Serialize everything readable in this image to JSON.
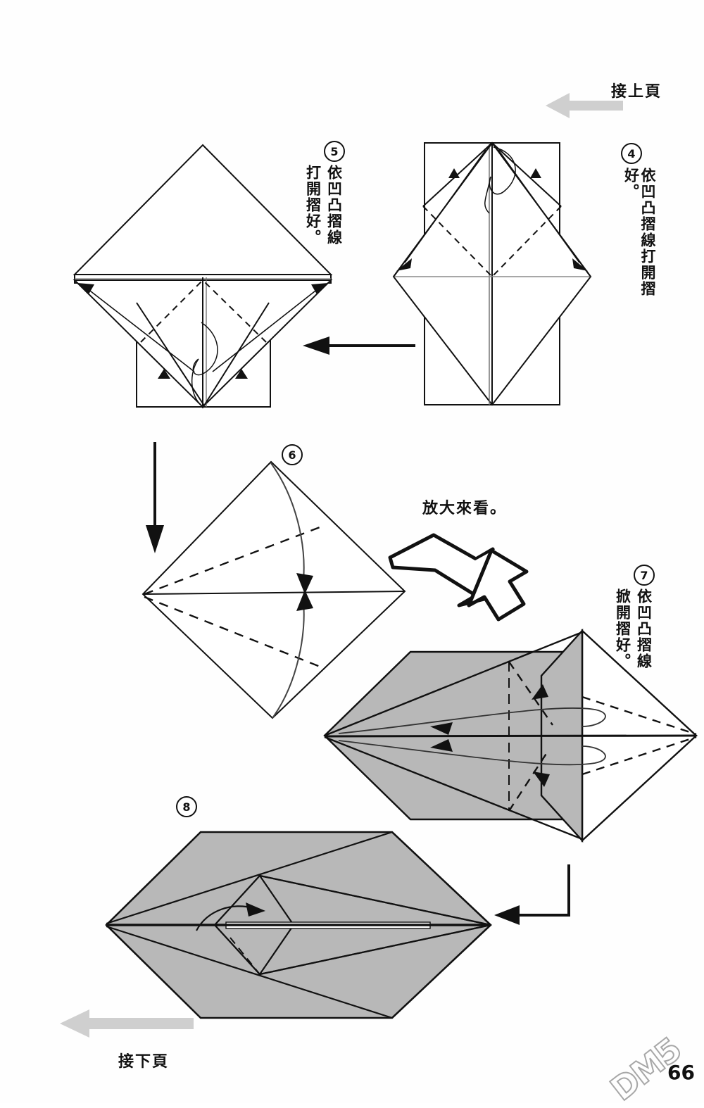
{
  "page": {
    "number": "66",
    "watermark": "DM5",
    "background": "#ffffff",
    "ink": "#111111",
    "shade": "#b8b8b8"
  },
  "nav": {
    "top_right": {
      "label": "接上頁",
      "arrow": "gray-left-arrow"
    },
    "bottom_left": {
      "label": "接下頁",
      "arrow": "gray-left-arrow"
    }
  },
  "notes": {
    "magnify": "放大來看。"
  },
  "steps": [
    {
      "id": "step-4",
      "number": "4",
      "caption_columns": [
        "依凹凸摺線打開摺好。"
      ],
      "figure": "square-with-diamond-open-fold"
    },
    {
      "id": "step-5",
      "number": "5",
      "caption_columns": [
        "依凹凸摺線",
        "打開摺好。"
      ],
      "figure": "triangle-over-flattened-band"
    },
    {
      "id": "step-6",
      "number": "6",
      "caption_columns": [],
      "figure": "tilted-diamond-two-curved-folds"
    },
    {
      "id": "step-7",
      "number": "7",
      "caption_columns": [
        "依凹凸摺線",
        "掀開摺好。"
      ],
      "figure": "shaded-hexagon-dashdot-folds"
    },
    {
      "id": "step-8",
      "number": "8",
      "caption_columns": [],
      "figure": "shaded-hexagon-inner-diamond"
    }
  ],
  "flow_arrows": [
    {
      "name": "arrow-step4-to-step5",
      "direction": "left"
    },
    {
      "name": "arrow-step5-to-step6",
      "direction": "down"
    },
    {
      "name": "arrow-magnify-to-step7",
      "direction": "down-right-hollow"
    },
    {
      "name": "arrow-step7-to-step8",
      "direction": "down-then-left"
    }
  ]
}
